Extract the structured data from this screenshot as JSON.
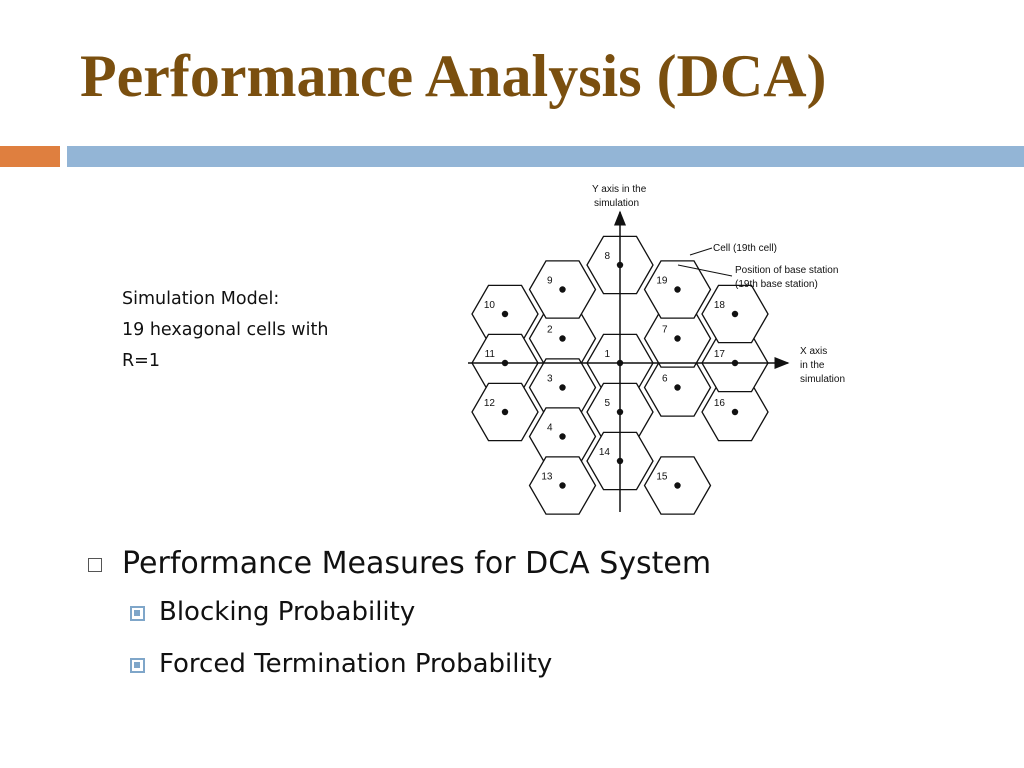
{
  "slide": {
    "title": "Performance Analysis (DCA)",
    "accent_colors": {
      "title": "#7a4f0f",
      "orange_bar": "#df7f3f",
      "blue_bar": "#93b5d6",
      "bullet": "#7fa6c9"
    }
  },
  "caption": {
    "line1": "Simulation Model:",
    "line2": "19 hexagonal cells with",
    "line3": "R=1"
  },
  "diagram": {
    "y_axis_label": [
      "Y axis in the",
      "simulation"
    ],
    "x_axis_label": [
      "X axis",
      "in the",
      "simulation"
    ],
    "cell_label": "Cell (19th cell)",
    "base_station_label": [
      "Position of base station",
      "(19th base station)"
    ],
    "cells": [
      {
        "id": "1",
        "col": 0,
        "row": 0
      },
      {
        "id": "2",
        "col": -1,
        "row": -0.5
      },
      {
        "id": "3",
        "col": -1,
        "row": 0.5
      },
      {
        "id": "4",
        "col": -1,
        "row": 1.5
      },
      {
        "id": "5",
        "col": 0,
        "row": 1
      },
      {
        "id": "6",
        "col": 1,
        "row": 0.5
      },
      {
        "id": "7",
        "col": 1,
        "row": -0.5
      },
      {
        "id": "8",
        "col": 0,
        "row": -2
      },
      {
        "id": "9",
        "col": -1,
        "row": -1.5
      },
      {
        "id": "10",
        "col": -2,
        "row": -1
      },
      {
        "id": "11",
        "col": -2,
        "row": 0
      },
      {
        "id": "12",
        "col": -2,
        "row": 1
      },
      {
        "id": "13",
        "col": -1,
        "row": 2.5
      },
      {
        "id": "14",
        "col": 0,
        "row": 2
      },
      {
        "id": "15",
        "col": 1,
        "row": 2.5
      },
      {
        "id": "16",
        "col": 2,
        "row": 1
      },
      {
        "id": "17",
        "col": 2,
        "row": 0
      },
      {
        "id": "18",
        "col": 2,
        "row": -1
      },
      {
        "id": "19",
        "col": 1,
        "row": -1.5
      }
    ]
  },
  "bullets": {
    "main": "Performance Measures for DCA System",
    "sub": [
      "Blocking Probability",
      "Forced Termination Probability"
    ]
  }
}
